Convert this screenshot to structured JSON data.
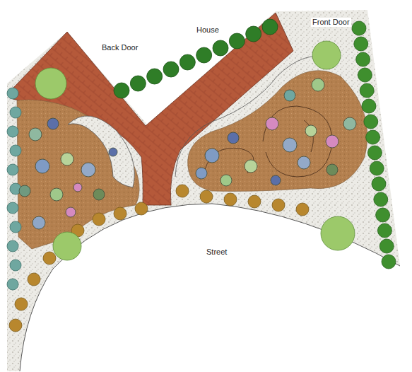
{
  "diagram": {
    "labels": [
      "Back Door",
      "House",
      "Front Door",
      "Street"
    ]
  }
}
